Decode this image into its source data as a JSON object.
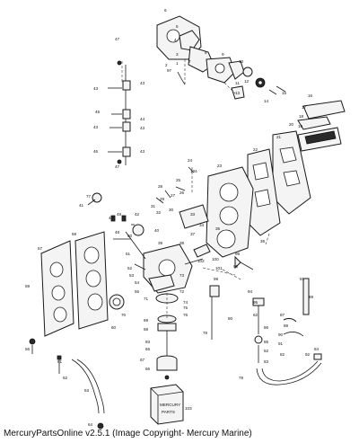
{
  "footer": {
    "text": "MercuryPartsOnline v2.5.1 (Image Copyright- Mercury Marine)"
  },
  "box_label": {
    "line1": "MERCURY",
    "line2": "PARTS"
  },
  "callouts": {
    "c1": "1",
    "c2": "2",
    "c3": "3",
    "c4": "4",
    "c5": "5",
    "c6": "6",
    "c7": "7",
    "c8": "8",
    "c9": "9",
    "c10": "10",
    "c11": "11",
    "c12": "12",
    "c13": "13",
    "c14": "14",
    "c15": "15",
    "c16": "16",
    "c17": "17",
    "c18": "18",
    "c19": "19",
    "c20": "20",
    "c21": "21",
    "c22": "22",
    "c23": "23",
    "c24": "24",
    "c25": "25",
    "c26": "26",
    "c27": "27",
    "c28": "28",
    "c29": "29",
    "c30": "30",
    "c31": "31",
    "c32": "32",
    "c33": "33",
    "c34": "34",
    "c35": "35",
    "c36": "36",
    "c37": "37",
    "c38": "38",
    "c39": "39",
    "c40": "40",
    "c41": "41",
    "c42": "42",
    "c43": "43",
    "c44": "44",
    "c45": "45",
    "c46": "46",
    "c47": "47",
    "c48": "48",
    "c49": "49",
    "c50": "50",
    "c51": "51",
    "c52": "52",
    "c53": "53",
    "c54": "54",
    "c55": "55",
    "c56": "56",
    "c57": "57",
    "c58": "58",
    "c59": "59",
    "c60": "60",
    "c61": "61",
    "c62": "62",
    "c63": "63",
    "c64": "64",
    "c65": "65",
    "c66": "66",
    "c67": "67",
    "c68": "68",
    "c69": "69",
    "c70": "70",
    "c71": "71",
    "c72": "72",
    "c73": "73",
    "c74": "74",
    "c75": "75",
    "c76": "76",
    "c77": "77",
    "c78": "78",
    "c79": "79",
    "c80": "80",
    "c81": "81",
    "c82": "82",
    "c83": "83",
    "c84": "84",
    "c85": "85",
    "c86": "86",
    "c87": "87",
    "c88": "88",
    "c89": "89",
    "c90": "90",
    "c91": "91",
    "c92": "92",
    "c93": "93",
    "c94": "94",
    "c95": "95",
    "c96": "96",
    "c97": "97",
    "c98": "98",
    "c99": "99",
    "c100": "100",
    "c101": "101",
    "c102": "102",
    "c103": "103",
    "c104": "104"
  }
}
